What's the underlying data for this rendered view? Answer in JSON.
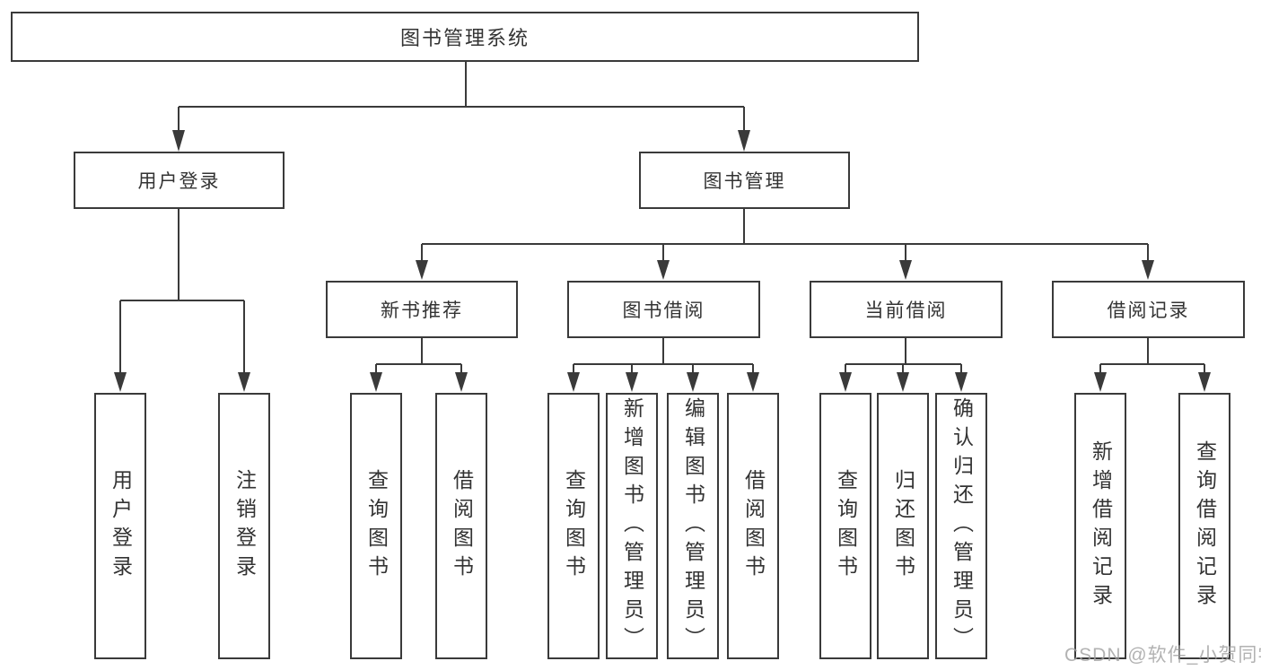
{
  "diagram": {
    "root": {
      "label": "图书管理系统"
    },
    "level2": [
      {
        "label": "用户登录"
      },
      {
        "label": "图书管理"
      }
    ],
    "level3": [
      {
        "label": "新书推荐",
        "parent": "图书管理"
      },
      {
        "label": "图书借阅",
        "parent": "图书管理"
      },
      {
        "label": "当前借阅",
        "parent": "图书管理"
      },
      {
        "label": "借阅记录",
        "parent": "图书管理"
      }
    ],
    "leaves": [
      {
        "label": "用户登录",
        "parent": "用户登录"
      },
      {
        "label": "注销登录",
        "parent": "用户登录"
      },
      {
        "label": "查询图书",
        "parent": "新书推荐"
      },
      {
        "label": "借阅图书",
        "parent": "新书推荐"
      },
      {
        "label": "查询图书",
        "parent": "图书借阅"
      },
      {
        "label": "新增图书（管理员）",
        "parent": "图书借阅"
      },
      {
        "label": "编辑图书（管理员）",
        "parent": "图书借阅"
      },
      {
        "label": "借阅图书",
        "parent": "图书借阅"
      },
      {
        "label": "查询图书",
        "parent": "当前借阅"
      },
      {
        "label": "归还图书",
        "parent": "当前借阅"
      },
      {
        "label": "确认归还（管理员）",
        "parent": "当前借阅"
      },
      {
        "label": "新增借阅记录",
        "parent": "借阅记录"
      },
      {
        "label": "查询借阅记录",
        "parent": "借阅记录"
      }
    ]
  },
  "watermark": {
    "text": "CSDN @软件_小贺同学"
  },
  "colors": {
    "line": "#3a3a3a",
    "border": "#3a3a3a",
    "text": "#333333",
    "background": "#ffffff",
    "watermark": "#a0a0a0"
  }
}
